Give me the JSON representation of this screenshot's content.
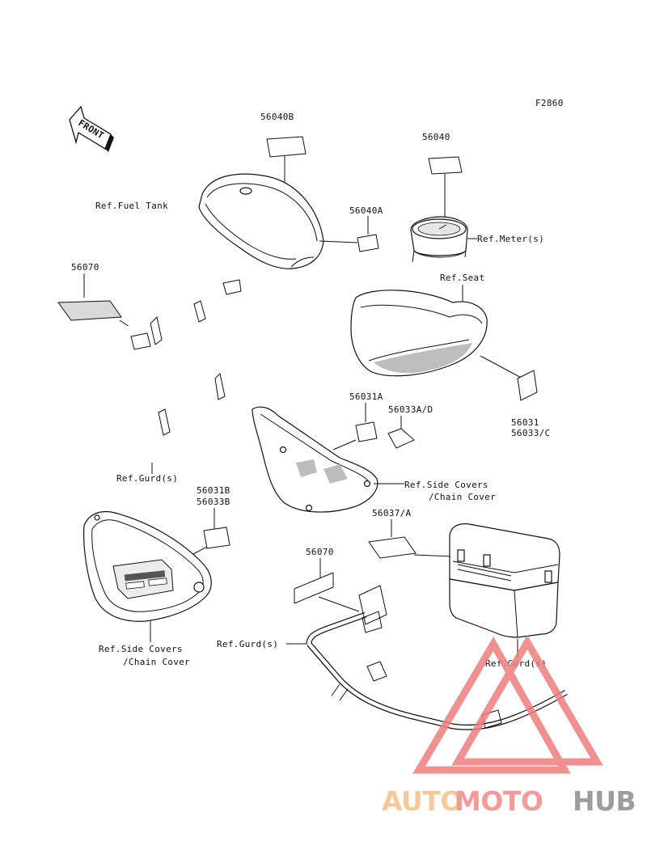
{
  "diagram": {
    "figure_code": "F2860",
    "front_arrow_text": "FRONT",
    "labels": {
      "p56040B": "56040B",
      "p56040": "56040",
      "p56040A": "56040A",
      "ref_fuel_tank": "Ref.Fuel Tank",
      "ref_meters": "Ref.Meter(s)",
      "p56070_top": "56070",
      "ref_seat": "Ref.Seat",
      "p56031A": "56031A",
      "p56033AD": "56033A/D",
      "p56031": "56031",
      "p56033C": "56033/C",
      "ref_gurds_left": "Ref.Gurd(s)",
      "ref_side_covers_right_1": "Ref.Side Covers",
      "ref_side_covers_right_2": "/Chain Cover",
      "p56031B": "56031B",
      "p56033B": "56033B",
      "p56037A": "56037/A",
      "p56070_mid": "56070",
      "ref_gurds_mid": "Ref.Gurd(s)",
      "ref_side_covers_left_1": "Ref.Side Covers",
      "ref_side_covers_left_2": "/Chain Cover",
      "ref_gurds_right": "Ref.Gurd(s)"
    }
  },
  "watermark": {
    "word1": "AUTO",
    "word2": "MOTO",
    "word3": "HUB",
    "colors": {
      "auto": "#f5c08a",
      "moto": "#f08a8a",
      "hub": "#8c8c8c",
      "triangle": "#ef7d7d"
    }
  }
}
